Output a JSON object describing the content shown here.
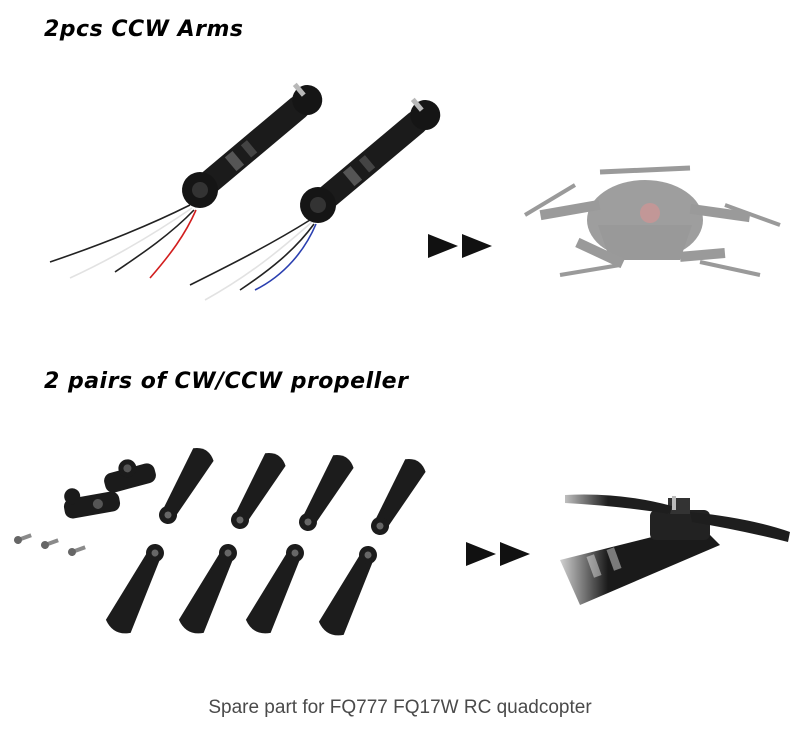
{
  "sections": {
    "arms": {
      "title": "2pcs CCW Arms"
    },
    "propellers": {
      "title": "2 pairs of CW/CCW propeller"
    }
  },
  "caption": "Spare part for FQ777 FQ17W RC quadcopter",
  "icons": {
    "arrow": "double-right-arrow-icon"
  },
  "colors": {
    "part": "#1a1a1a",
    "drone_faded": "#8c8c8c",
    "wire_red": "#d21e1e",
    "wire_blue": "#2a3fb0",
    "wire_white": "#e2e2e2",
    "wire_black": "#222222"
  }
}
